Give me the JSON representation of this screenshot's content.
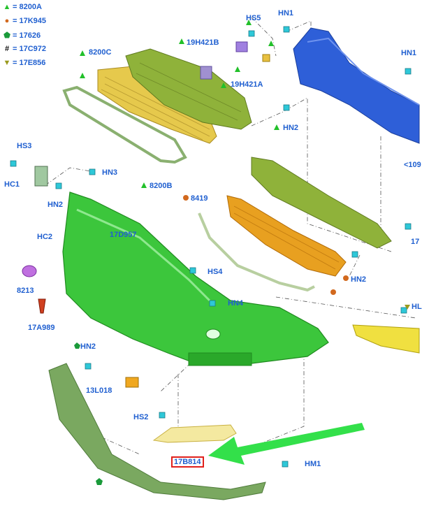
{
  "legend": [
    {
      "symbol": "▲",
      "symbol_name": "green-triangle-icon",
      "code": "8200A",
      "color": "#22c02a"
    },
    {
      "symbol": "●",
      "symbol_name": "orange-dot-icon",
      "code": "17K945",
      "color": "#d2691e"
    },
    {
      "symbol": "⬟",
      "symbol_name": "green-pentagon-icon",
      "code": "17626",
      "color": "#1a9a3a"
    },
    {
      "symbol": "#",
      "symbol_name": "hash-icon",
      "code": "17C972",
      "color": "#111111"
    },
    {
      "symbol": "▼",
      "symbol_name": "olive-down-triangle-icon",
      "code": "17E856",
      "color": "#9a9a1e"
    }
  ],
  "callouts": {
    "hs5": "HS5",
    "hn1_top": "HN1",
    "hn1_right": "HN1",
    "c8200c": "8200C",
    "c19h421b": "19H421B",
    "c19h421a": "19H421A",
    "hn2_mid": "HN2",
    "hs3": "HS3",
    "hc1": "HC1",
    "hn3": "HN3",
    "hn2_left": "HN2",
    "c8200b": "8200B",
    "c109": "<109",
    "c8419": "8419",
    "c17d957": "17D957",
    "hc2": "HC2",
    "c8213": "8213",
    "hs4": "HS4",
    "hn4": "HN4",
    "c17a989": "17A989",
    "hn2_right": "HN2",
    "c17_right": "17",
    "hl_right": "HL",
    "hn2_low": "HN2",
    "c13l018": "13L018",
    "hs2": "HS2",
    "c17b814": "17B814",
    "hm1": "HM1"
  },
  "colors": {
    "label_blue": "#1f5fd0",
    "bumper_green": "#3cc63c",
    "reinforcement_blue": "#2e5fd8",
    "grille_yellow": "#e6c94c",
    "grille_olive": "#8fb23a",
    "lower_grille_orange": "#e8a020",
    "absorber_yellow": "#f0e040",
    "spoiler_green": "#7aa860",
    "arrow_green": "#33e04a",
    "highlight_red": "#e0201c"
  }
}
